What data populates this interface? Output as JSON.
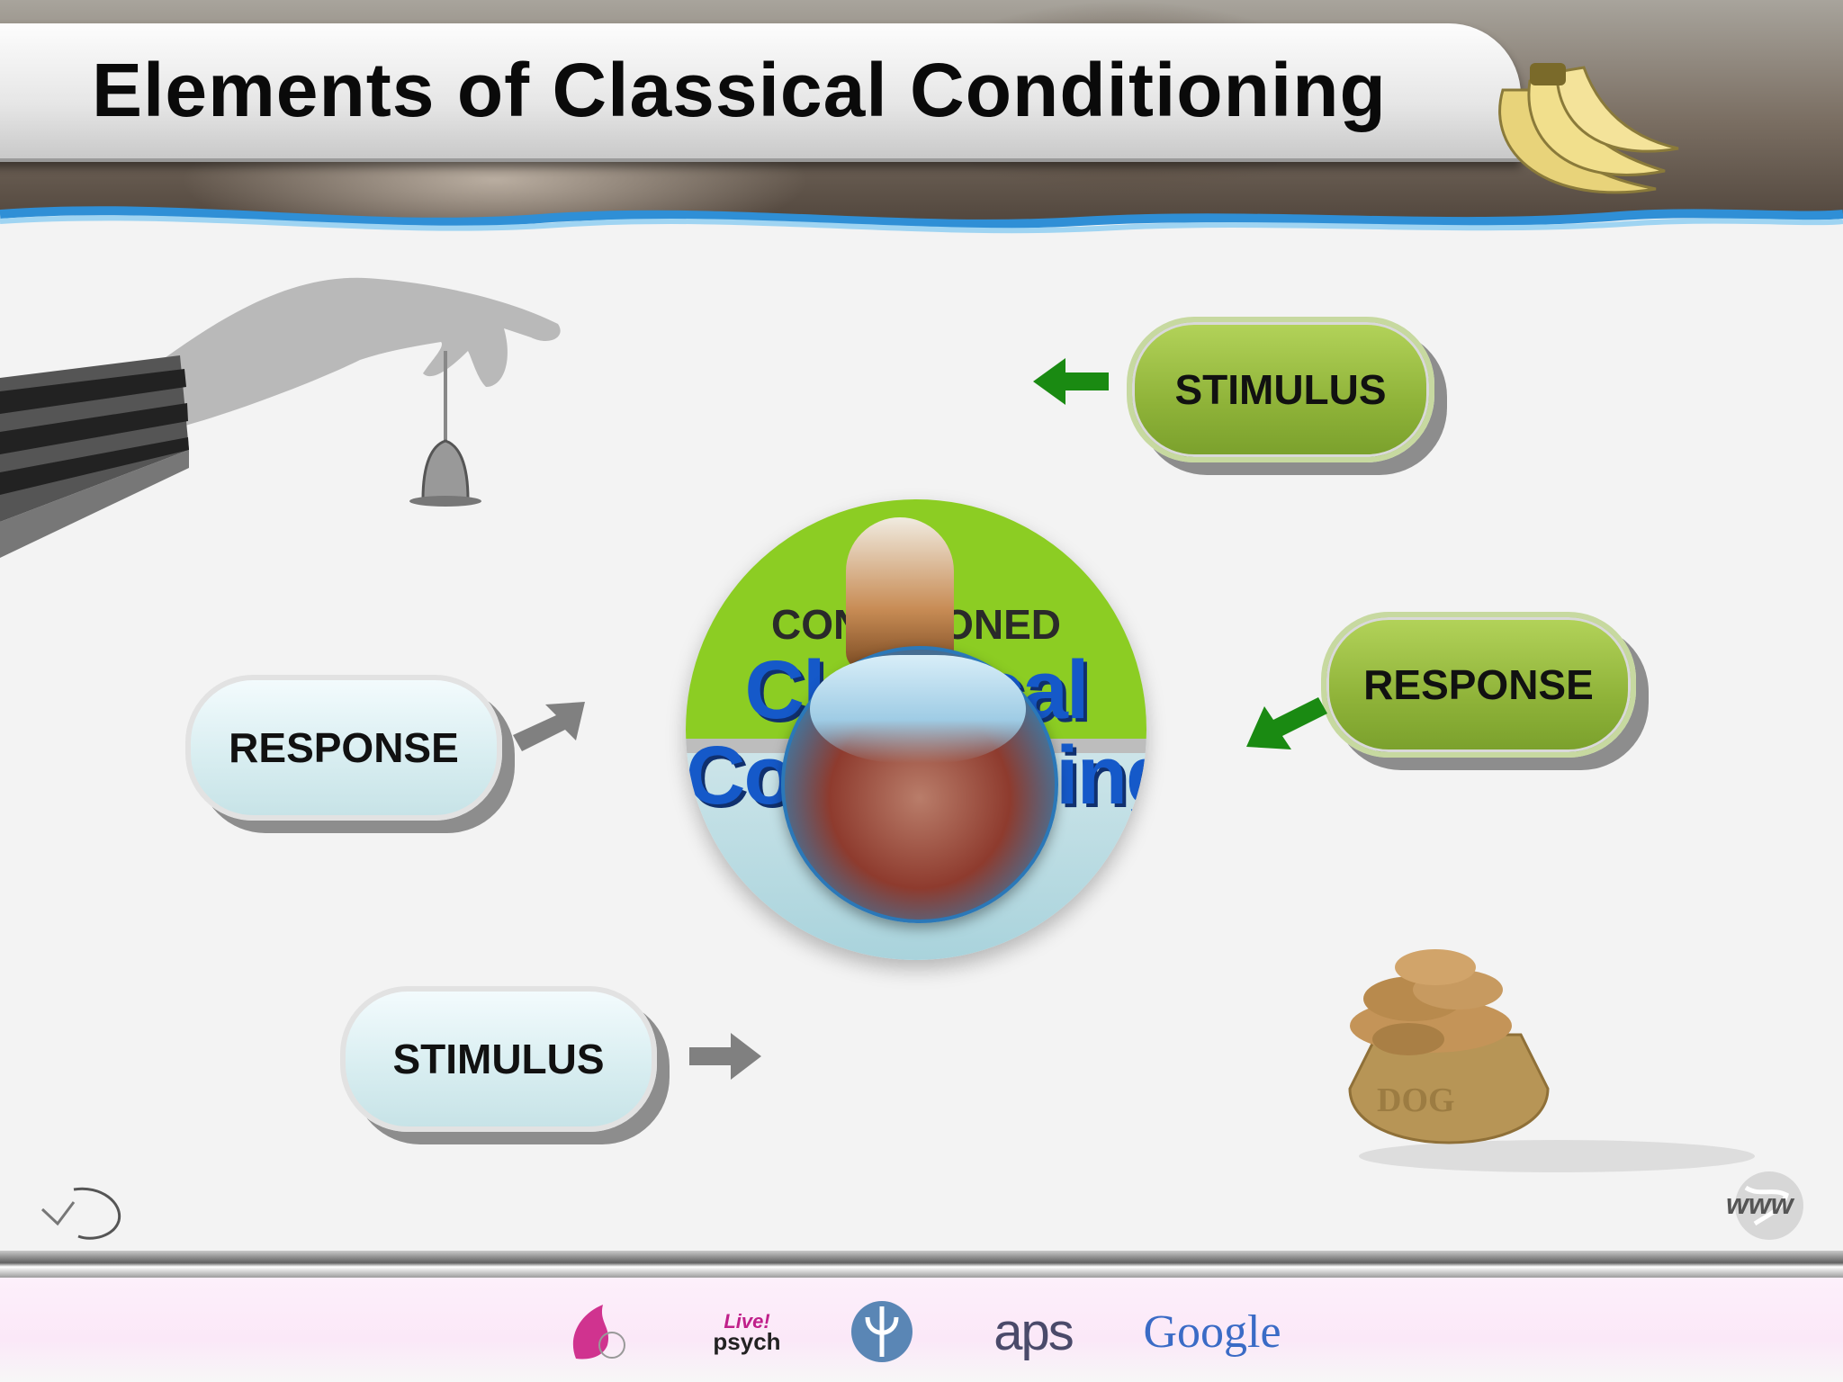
{
  "slide": {
    "title": "Elements of Classical Conditioning"
  },
  "diagram": {
    "stimulus_top": "STIMULUS",
    "response_right": "RESPONSE",
    "response_left": "RESPONSE",
    "stimulus_bottom": "STIMULUS",
    "circle_label_small": "CONDITIONED",
    "circle_label_line1": "Classical",
    "circle_label_line2": "Conditioning"
  },
  "colors": {
    "accent_green": "#8fb339",
    "pill_blue": "#d9eef1",
    "arrow_green": "#1a8a12",
    "arrow_gray": "#808080"
  },
  "nav": {
    "back_icon": "return-arrow-icon",
    "www_label": "www"
  },
  "footer": {
    "logos": [
      "fish-logo",
      "live-psych-logo",
      "psi-logo",
      "aps-logo",
      "google-logo"
    ],
    "live_psych_line1": "Live!",
    "live_psych_line2": "psych",
    "aps_text": "aps",
    "google_text": "Google"
  }
}
